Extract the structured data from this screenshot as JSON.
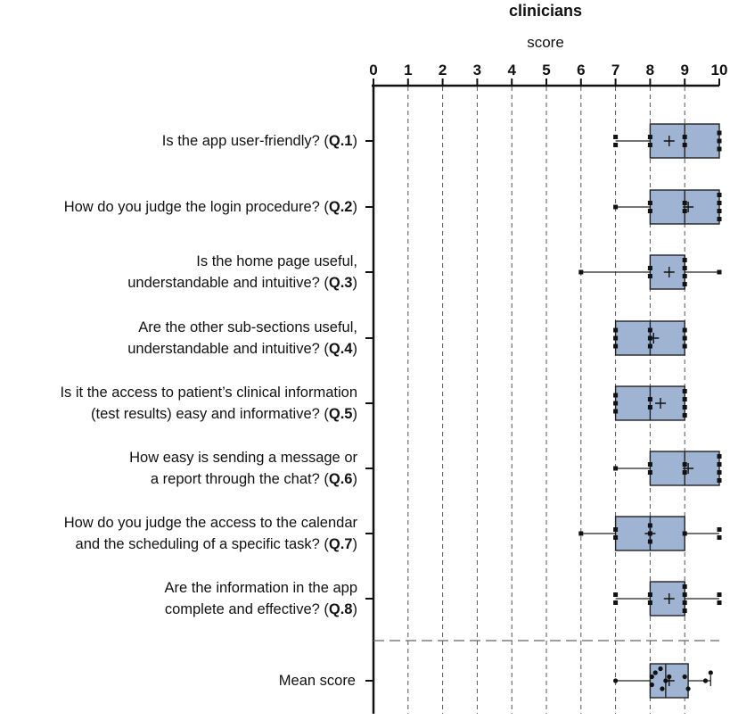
{
  "chart_data": {
    "type": "box",
    "title": "clinicians",
    "xlabel": "score",
    "xlim": [
      0,
      10
    ],
    "ticks": [
      "0",
      "1",
      "2",
      "3",
      "4",
      "5",
      "6",
      "7",
      "8",
      "9",
      "10"
    ],
    "grid": "vertical-dashed",
    "box_color": "#9fb3d3",
    "rows": [
      {
        "lines": [
          "Is the app user-friendly? ("
        ],
        "code": "Q.1",
        "min": 7,
        "q1": 8,
        "median": 9,
        "q3": 10,
        "max": 10,
        "mean": 8.55,
        "points": [
          [
            7,
            -1
          ],
          [
            7,
            1
          ],
          [
            8,
            -1
          ],
          [
            8,
            1
          ],
          [
            9,
            -1
          ],
          [
            9,
            1
          ],
          [
            10,
            -2
          ],
          [
            10,
            0
          ],
          [
            10,
            2
          ]
        ]
      },
      {
        "lines": [
          "How do you judge the login procedure? ("
        ],
        "code": "Q.2",
        "min": 7,
        "q1": 8,
        "median": 9,
        "q3": 10,
        "max": 10,
        "mean": 9.1,
        "points": [
          [
            7,
            0
          ],
          [
            8,
            -1
          ],
          [
            8,
            1
          ],
          [
            9,
            -1
          ],
          [
            9,
            1
          ],
          [
            10,
            -3
          ],
          [
            10,
            -1
          ],
          [
            10,
            1
          ],
          [
            10,
            3
          ]
        ]
      },
      {
        "lines": [
          "Is the home page useful,",
          "understandable and intuitive? ("
        ],
        "code": "Q.3",
        "min": 6,
        "q1": 8,
        "median": 9,
        "q3": 9,
        "max": 10,
        "mean": 8.55,
        "points": [
          [
            6,
            0
          ],
          [
            8,
            -1
          ],
          [
            8,
            1
          ],
          [
            9,
            -3
          ],
          [
            9,
            -1
          ],
          [
            9,
            1
          ],
          [
            9,
            3
          ],
          [
            10,
            0
          ]
        ]
      },
      {
        "lines": [
          "Are the other sub-sections useful,",
          "understandable and intuitive? ("
        ],
        "code": "Q.4",
        "min": 7,
        "q1": 7,
        "median": 8,
        "q3": 9,
        "max": 9,
        "mean": 8.1,
        "points": [
          [
            7,
            -2
          ],
          [
            7,
            0
          ],
          [
            7,
            2
          ],
          [
            8,
            -2
          ],
          [
            8,
            0
          ],
          [
            8,
            2
          ],
          [
            9,
            -2
          ],
          [
            9,
            0
          ],
          [
            9,
            2
          ]
        ]
      },
      {
        "lines": [
          "Is it the access to patient’s clinical information",
          "(test results) easy and informative? ("
        ],
        "code": "Q.5",
        "min": 7,
        "q1": 7,
        "median": 8,
        "q3": 9,
        "max": 9,
        "mean": 8.3,
        "points": [
          [
            7,
            -2
          ],
          [
            7,
            0
          ],
          [
            7,
            2
          ],
          [
            8,
            -1
          ],
          [
            8,
            1
          ],
          [
            9,
            -3
          ],
          [
            9,
            -1
          ],
          [
            9,
            1
          ],
          [
            9,
            3
          ]
        ]
      },
      {
        "lines": [
          "How easy is sending a message or",
          "a report through the chat? ("
        ],
        "code": "Q.6",
        "min": 7,
        "q1": 8,
        "median": 9,
        "q3": 10,
        "max": 10,
        "mean": 9.1,
        "points": [
          [
            7,
            0
          ],
          [
            8,
            -1
          ],
          [
            8,
            1
          ],
          [
            9,
            -1
          ],
          [
            9,
            1
          ],
          [
            10,
            -3
          ],
          [
            10,
            -1
          ],
          [
            10,
            1
          ],
          [
            10,
            3
          ]
        ]
      },
      {
        "lines": [
          "How do you judge the access to the calendar",
          "and the scheduling of a specific task? ("
        ],
        "code": "Q.7",
        "min": 6,
        "q1": 7,
        "median": 8,
        "q3": 9,
        "max": 10,
        "mean": 8.0,
        "points": [
          [
            6,
            0
          ],
          [
            7,
            -1
          ],
          [
            7,
            1
          ],
          [
            8,
            -2
          ],
          [
            8,
            0
          ],
          [
            8,
            2
          ],
          [
            9,
            0
          ],
          [
            10,
            -1
          ],
          [
            10,
            1
          ]
        ]
      },
      {
        "lines": [
          "Are the information in the app",
          "complete and effective? ("
        ],
        "code": "Q.8",
        "min": 7,
        "q1": 8,
        "median": 9,
        "q3": 9,
        "max": 10,
        "mean": 8.55,
        "points": [
          [
            7,
            -1
          ],
          [
            7,
            1
          ],
          [
            8,
            -1
          ],
          [
            8,
            1
          ],
          [
            9,
            -3
          ],
          [
            9,
            -1
          ],
          [
            9,
            1
          ],
          [
            9,
            3
          ],
          [
            10,
            -1
          ],
          [
            10,
            1
          ]
        ]
      }
    ],
    "mean_row": {
      "label": "Mean score",
      "min": 7,
      "q1": 8,
      "median": 8.45,
      "q3": 9.1,
      "max": 9.75,
      "mean": 8.55,
      "points": [
        [
          7,
          0
        ],
        [
          8.05,
          -1
        ],
        [
          8.05,
          1
        ],
        [
          8.15,
          -2
        ],
        [
          8.3,
          -3
        ],
        [
          8.35,
          2
        ],
        [
          8.45,
          0
        ],
        [
          8.55,
          -1
        ],
        [
          9.0,
          -1
        ],
        [
          9.1,
          2
        ],
        [
          9.6,
          0
        ],
        [
          9.75,
          -2
        ]
      ]
    }
  }
}
